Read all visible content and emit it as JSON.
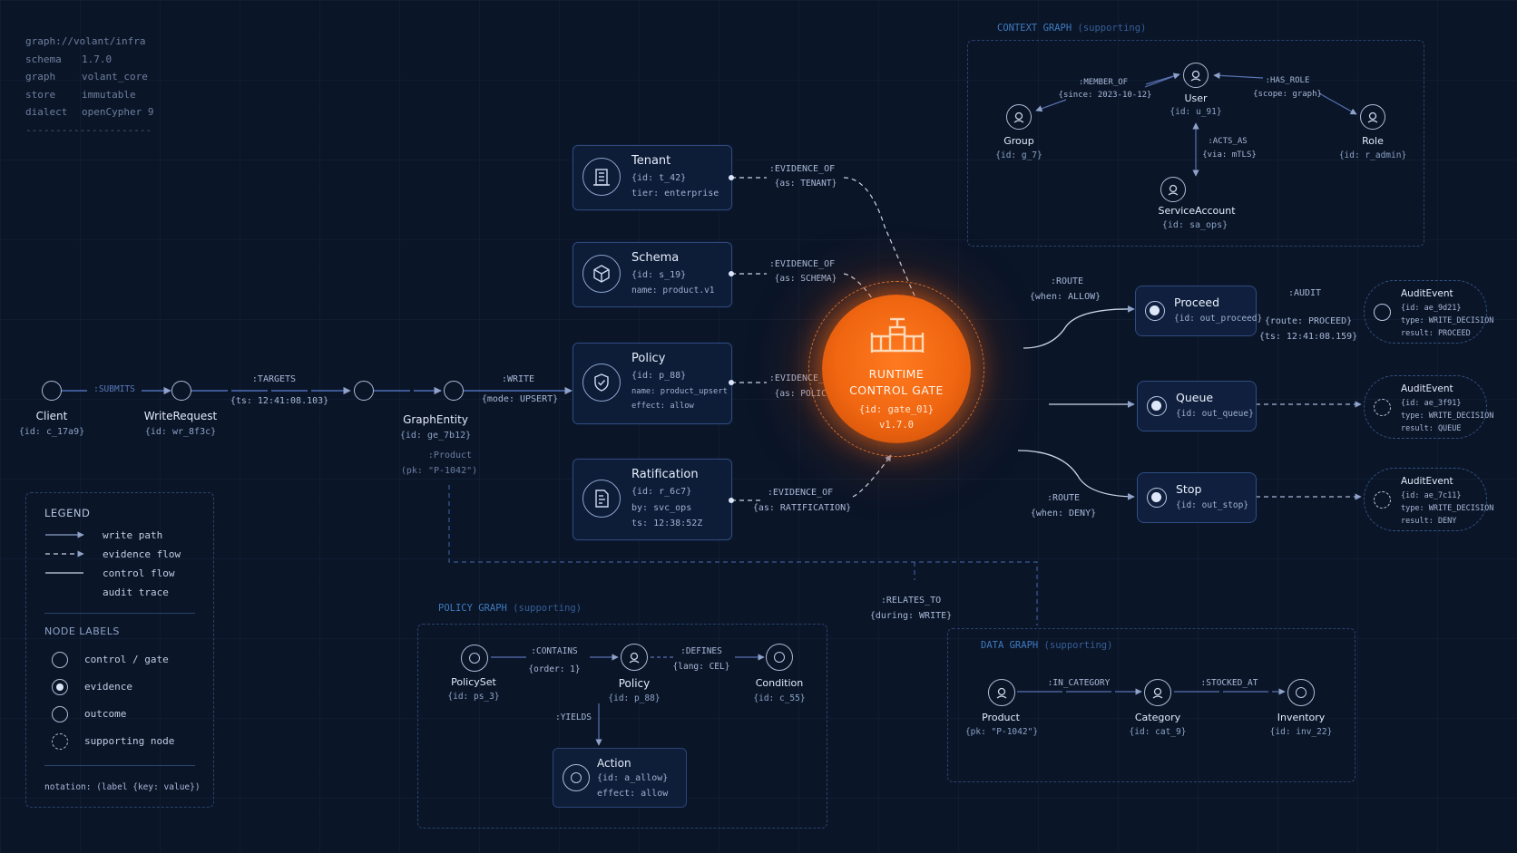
{
  "meta": {
    "rows": [
      {
        "key": "graph://volant/infra",
        "value": ""
      },
      {
        "key": "schema",
        "value": "1.7.0"
      },
      {
        "key": "graph",
        "value": "volant_core"
      },
      {
        "key": "store",
        "value": "immutable"
      },
      {
        "key": "dialect",
        "value": "openCypher 9"
      }
    ],
    "rule": "---------------------"
  },
  "write_path": {
    "client": {
      "name": "Client",
      "id": "{id: c_17a9}"
    },
    "submits": ":SUBMITS",
    "write_request": {
      "name": "WriteRequest",
      "id": "{id: wr_8f3c}"
    },
    "targets": ":TARGETS",
    "targets_ts": "{ts: 12:41:08.103}",
    "graph_entity": {
      "name": "GraphEntity",
      "id": "{id: ge_7b12}",
      "label": ":Product",
      "pk": "(pk: \"P-1042\")"
    },
    "write": ":WRITE",
    "write_mode": "{mode: UPSERT}"
  },
  "evidence": [
    {
      "title": "Tenant",
      "l1": "{id: t_42}",
      "l2": "tier: enterprise",
      "l3": "",
      "edge": ":EVIDENCE_OF",
      "edge2": "{as: TENANT}",
      "icon": "building-icon"
    },
    {
      "title": "Schema",
      "l1": "{id: s_19}",
      "l2": "name: product.v1",
      "l3": "",
      "edge": ":EVIDENCE_OF",
      "edge2": "{as: SCHEMA}",
      "icon": "cube-icon"
    },
    {
      "title": "Policy",
      "l1": "{id: p_88}",
      "l2": "name: product_upsert",
      "l3": "effect: allow",
      "edge": ":EVIDENCE_OF",
      "edge2": "{as: POLICY}",
      "icon": "shield-check-icon"
    },
    {
      "title": "Ratification",
      "l1": "{id: r_6c7}",
      "l2": "by: svc_ops",
      "l3": "ts: 12:38:52Z",
      "edge": ":EVIDENCE_OF",
      "edge2": "{as: RATIFICATION}",
      "icon": "document-icon"
    }
  ],
  "gate": {
    "line1": "RUNTIME",
    "line2": "CONTROL GATE",
    "id": "{id: gate_01}",
    "version": "v1.7.0"
  },
  "routes": {
    "allow": ":ROUTE",
    "allow2": "{when: ALLOW}",
    "deny": ":ROUTE",
    "deny2": "{when: DENY}",
    "audit": ":AUDIT",
    "audit2": "{route: PROCEED}",
    "audit3": "{ts: 12:41:08.159}"
  },
  "outcomes": [
    {
      "name": "Proceed",
      "id": "{id: out_proceed}"
    },
    {
      "name": "Queue",
      "id": "{id: out_queue}"
    },
    {
      "name": "Stop",
      "id": "{id: out_stop}"
    }
  ],
  "audits": [
    {
      "title": "AuditEvent",
      "id": "{id: ae_9d21}",
      "type": "type: WRITE_DECISION",
      "result": "result: PROCEED"
    },
    {
      "title": "AuditEvent",
      "id": "{id: ae_3f91}",
      "type": "type: WRITE_DECISION",
      "result": "result: QUEUE"
    },
    {
      "title": "AuditEvent",
      "id": "{id: ae_7c11}",
      "type": "type: WRITE_DECISION",
      "result": "result: DENY"
    }
  ],
  "context_graph": {
    "title": "CONTEXT GRAPH",
    "sub": "(supporting)",
    "user": {
      "name": "User",
      "id": "{id: u_91}"
    },
    "group": {
      "name": "Group",
      "id": "{id: g_7}"
    },
    "role": {
      "name": "Role",
      "id": "{id: r_admin}"
    },
    "service": {
      "name": "ServiceAccount",
      "id": "{id: sa_ops}"
    },
    "member_of": ":MEMBER_OF",
    "member_of2": "{since: 2023-10-12}",
    "has_role": ":HAS_ROLE",
    "has_role2": "{scope: graph}",
    "acts_as": ":ACTS_AS",
    "acts_as2": "{via: mTLS}"
  },
  "relates_to": {
    "label": ":RELATES_TO",
    "props": "{during: WRITE}"
  },
  "policy_graph": {
    "title": "POLICY GRAPH",
    "sub": "(supporting)",
    "policyset": {
      "name": "PolicySet",
      "id": "{id: ps_3}"
    },
    "policy": {
      "name": "Policy",
      "id": "{id: p_88}"
    },
    "condition": {
      "name": "Condition",
      "id": "{id: c_55}"
    },
    "contains": ":CONTAINS",
    "contains2": "{order: 1}",
    "defines": ":DEFINES",
    "defines2": "{lang: CEL}",
    "yields": ":YIELDS",
    "action": {
      "name": "Action",
      "id": "{id: a_allow}",
      "effect": "effect: allow"
    }
  },
  "data_graph": {
    "title": "DATA GRAPH",
    "sub": "(supporting)",
    "product": {
      "name": "Product",
      "id": "{pk: \"P-1042\"}"
    },
    "category": {
      "name": "Category",
      "id": "{id: cat_9}"
    },
    "inventory": {
      "name": "Inventory",
      "id": "{id: inv_22}"
    },
    "in_category": ":IN_CATEGORY",
    "stocked_at": ":STOCKED_AT"
  },
  "legend": {
    "title": "LEGEND",
    "edges": [
      "write path",
      "evidence flow",
      "control flow",
      "audit trace"
    ],
    "nodes_title": "NODE LABELS",
    "nodes": [
      "control / gate",
      "evidence",
      "outcome",
      "supporting node"
    ],
    "notation": "notation: (label {key: value})"
  },
  "colors": {
    "accent": "#f06611",
    "background": "#0a1528",
    "line": "#6f86b8",
    "section": "#3f7bbf"
  }
}
